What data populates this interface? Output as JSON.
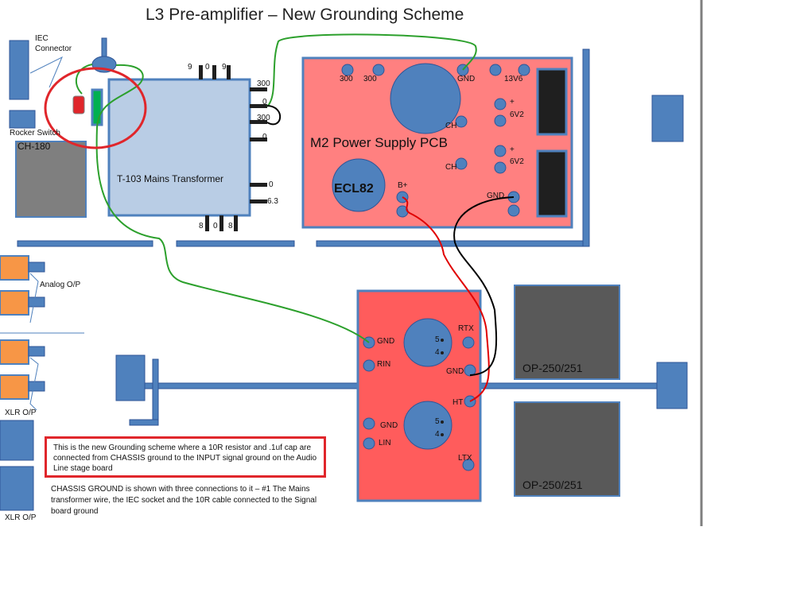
{
  "title": "L3 Pre-amplifier – New Grounding Scheme",
  "labels": {
    "iec_connector": "IEC Connector",
    "rocker_switch": "Rocker Switch",
    "ch180": "CH-180",
    "transformer": "T-103 Mains Transformer",
    "power_supply": "M2 Power Supply PCB",
    "ecl82": "ECL82",
    "op250_top": "OP-250/251",
    "op250_bottom": "OP-250/251",
    "analog_op": "Analog O/P",
    "xlr_op_1": "XLR O/P",
    "xlr_op_2": "XLR O/P"
  },
  "transformer_pins": {
    "top": [
      "9",
      "0",
      "9"
    ],
    "right": [
      "300",
      "0",
      "300",
      "0",
      "0",
      "6.3"
    ],
    "bottom": [
      "8",
      "0",
      "8"
    ]
  },
  "psu_pins": {
    "p300a": "300",
    "p300b": "300",
    "gnd_top": "GND",
    "v13": "13V6",
    "plus1": "+",
    "v6_1": "6V2",
    "plus2": "+",
    "v6_2": "6V2",
    "ch1": "CH",
    "ch2": "CH",
    "bplus": "B+",
    "gnd_bottom": "GND"
  },
  "line_board_pins": {
    "gnd1": "GND",
    "rin": "RIN",
    "rtx": "RTX",
    "gnd_mid": "GND",
    "ht": "HT",
    "gnd2": "GND",
    "lin": "LIN",
    "ltx": "LTX",
    "tube1_5": "5",
    "tube1_4": "4",
    "tube2_5": "5",
    "tube2_4": "4"
  },
  "notes": {
    "boxed": "This is the new Grounding scheme where a 10R resistor and .1uf cap are connected from CHASSIS ground to the INPUT signal ground on the Audio Line stage board",
    "chassis": "CHASSIS GROUND is shown with three connections to it – #1 The Mains transformer  wire, the IEC socket and the 10R cable connected to the Signal board ground"
  },
  "colors": {
    "component_blue": "#4f81bd",
    "panel_light_blue": "#b9cde5",
    "psu_red": "#ff8080",
    "line_board_red": "#ff5c5c",
    "dark_grey": "#595959",
    "ground_wire_green": "#2ca02c",
    "bplus_wire_red": "#e00000",
    "gnd_wire_black": "#000000",
    "highlight_circle_red": "#e0262b",
    "output_orange": "#f79646"
  }
}
